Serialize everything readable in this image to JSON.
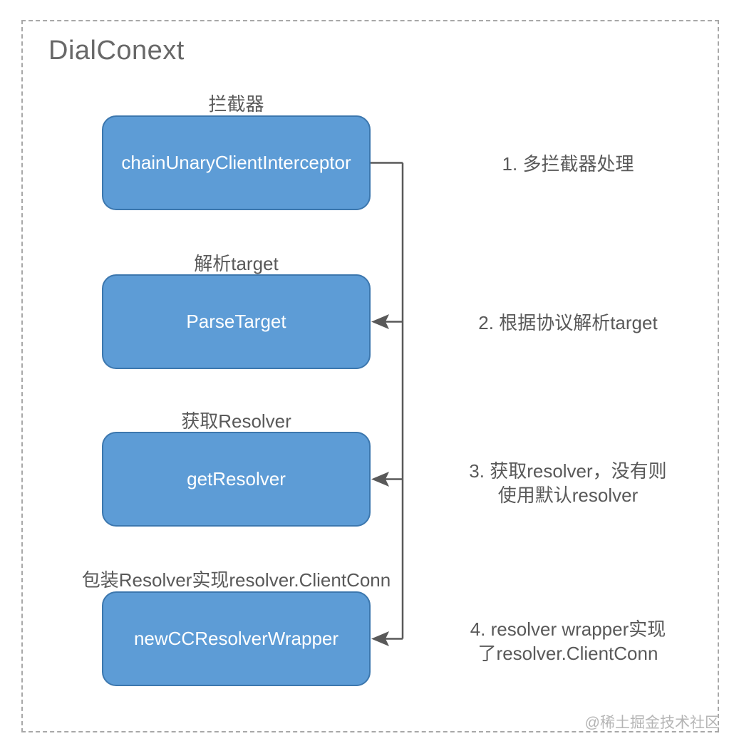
{
  "title": "DialConext",
  "watermark": "@稀土掘金技术社区",
  "nodes": [
    {
      "label": "拦截器",
      "name": "chainUnaryClientInterceptor",
      "annotation": "1. 多拦截器处理"
    },
    {
      "label": "解析target",
      "name": "ParseTarget",
      "annotation": "2. 根据协议解析target"
    },
    {
      "label": "获取Resolver",
      "name": "getResolver",
      "annotation": "3. 获取resolver，没有则\n使用默认resolver"
    },
    {
      "label": "包装Resolver实现resolver.ClientConn",
      "name": "newCCResolverWrapper",
      "annotation": "4. resolver wrapper实现\n了resolver.ClientConn"
    }
  ],
  "colors": {
    "box_fill": "#5d9cd6",
    "box_border": "#3c77ae",
    "box_text": "#ffffff",
    "connector_line": "#595959",
    "label_text": "#595959",
    "title_text": "#686868",
    "frame_border": "#a8a8a8",
    "watermark_text": "#b5b5b5"
  }
}
